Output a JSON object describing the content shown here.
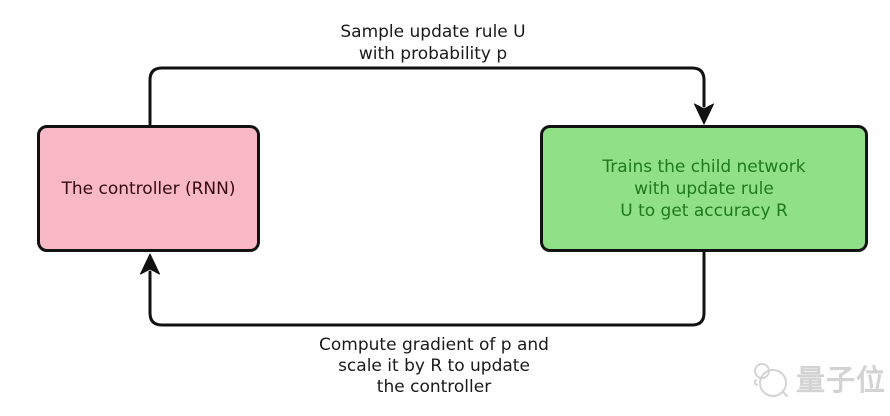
{
  "diagram": {
    "controller_box": {
      "label": "The controller (RNN)"
    },
    "child_box": {
      "lines": [
        "Trains the child network",
        "with update rule",
        "U to get accuracy R"
      ]
    },
    "top_arrow_label": {
      "lines": [
        "Sample update rule U",
        "with probability p"
      ]
    },
    "bottom_arrow_label": {
      "lines": [
        "Compute gradient of p and",
        "scale it by R to update",
        "the controller"
      ]
    },
    "colors": {
      "controller_box_bg": "#f8b8c5",
      "controller_box_text": "#350a12",
      "child_box_bg": "#90e088",
      "child_box_text": "#1f7a1f",
      "arrow_stroke": "#111111",
      "label_text": "#1a1a1a",
      "watermark": "#d3d3d3"
    }
  },
  "watermark": {
    "text": "量子位",
    "icon": "qbitai-logo-icon"
  }
}
